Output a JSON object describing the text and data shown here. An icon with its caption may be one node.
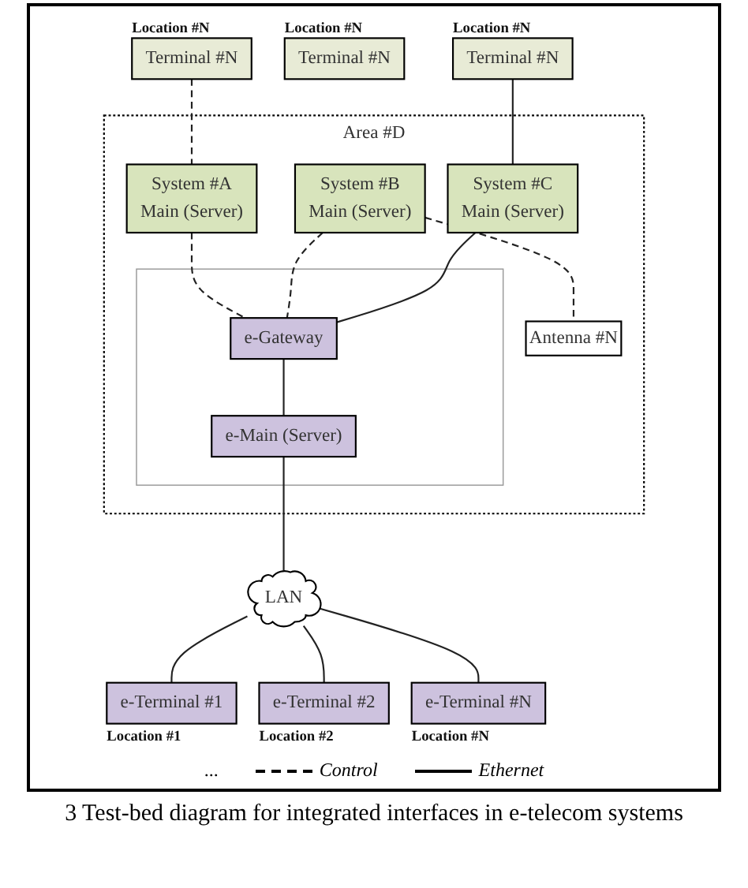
{
  "diagram": {
    "caption": "3 Test-bed diagram for integrated interfaces in e-telecom systems",
    "nodes": [
      {
        "text": [
          "Terminal #N"
        ],
        "beside": [
          "Location #N"
        ]
      },
      {
        "text": [
          "Terminal #N"
        ],
        "beside": [
          "Location #N"
        ]
      },
      {
        "text": [
          "Terminal #N"
        ],
        "beside": [
          "Location #N"
        ]
      },
      {
        "text": [
          "Area #D"
        ]
      },
      {
        "text": [
          "System #A",
          "Main (Server)"
        ],
        "in": 3
      },
      {
        "text": [
          "System #B",
          "Main (Server)"
        ],
        "in": 3
      },
      {
        "text": [
          "System #C",
          "Main (Server)"
        ],
        "in": 3
      },
      {
        "text": [
          "Antenna #N"
        ],
        "in": 3
      },
      {
        "text": [],
        "shape": "box",
        "in": 3
      },
      {
        "text": [
          "e-Gateway"
        ],
        "in": 8
      },
      {
        "text": [
          "e-Main (Server)"
        ],
        "in": 8
      },
      {
        "text": [
          "LAN"
        ]
      },
      {
        "text": [
          "e-Terminal #1"
        ],
        "beside": [
          "Location #1"
        ]
      },
      {
        "text": [
          "e-Terminal #2"
        ],
        "beside": [
          "Location #2"
        ]
      },
      {
        "text": [
          "e-Terminal #N"
        ],
        "beside": [
          "Location #N"
        ]
      }
    ],
    "edges": [
      {
        "from": 0,
        "to": 4,
        "arrow": "none",
        "style": "dashed"
      },
      {
        "from": 2,
        "to": 6,
        "arrow": "none"
      },
      {
        "from": 4,
        "to": 9,
        "arrow": "none",
        "style": "dashed"
      },
      {
        "from": 5,
        "to": 9,
        "arrow": "none",
        "style": "dashed"
      },
      {
        "from": 6,
        "to": 9,
        "arrow": "none"
      },
      {
        "from": 5,
        "to": 7,
        "arrow": "none",
        "style": "dashed"
      },
      {
        "from": 9,
        "to": 10,
        "arrow": "none"
      },
      {
        "from": 10,
        "to": 11,
        "arrow": "none"
      },
      {
        "from": 11,
        "to": 12,
        "arrow": "none"
      },
      {
        "from": 11,
        "to": 13,
        "arrow": "none"
      },
      {
        "from": 11,
        "to": 14,
        "arrow": "none"
      }
    ],
    "labels": [
      "..."
    ],
    "legend": [
      {
        "text": "Control"
      },
      {
        "text": "Ethernet"
      }
    ]
  }
}
